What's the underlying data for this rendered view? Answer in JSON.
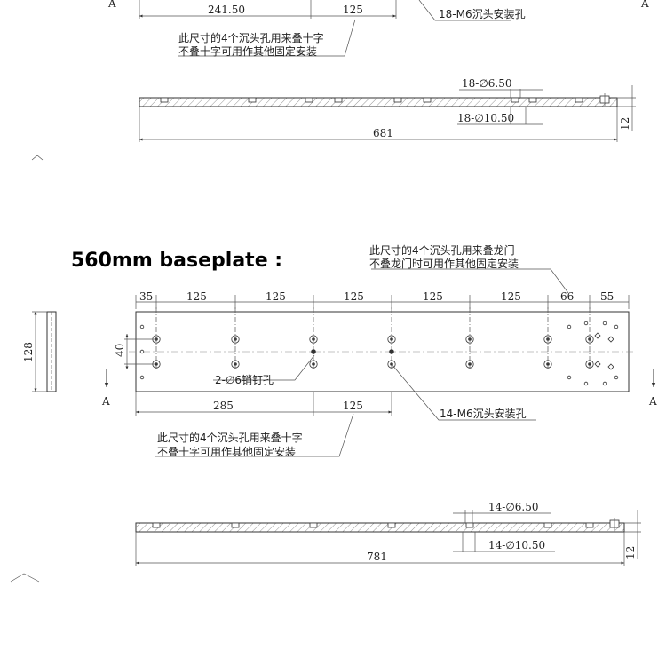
{
  "section_label": "A",
  "top_view": {
    "dim_left": "241.50",
    "dim_right": "125",
    "callout_m6": "18-M6沉头安装孔",
    "note_line1": "此尺寸的4个沉头孔用来叠十字",
    "note_line2": "不叠十字可用作其他固定安装"
  },
  "top_side": {
    "hole_small": "18-∅6.50",
    "hole_large": "18-∅10.50",
    "length": "681",
    "thickness": "12"
  },
  "main": {
    "title": "560mm baseplate :",
    "note_top_line1": "此尺寸的4个沉头孔用来叠龙门",
    "note_top_line2": "不叠龙门时可用作其他固定安装",
    "top_dims": [
      "35",
      "125",
      "125",
      "125",
      "125",
      "125",
      "66",
      "55"
    ],
    "width": "128",
    "row_spacing": "40",
    "pin_callout": "2-∅6销钉孔",
    "bottom_dim_left": "285",
    "bottom_dim_right": "125",
    "m6_callout": "14-M6沉头安装孔",
    "note_bottom_line1": "此尺寸的4个沉头孔用来叠十字",
    "note_bottom_line2": "不叠十字可用作其他固定安装"
  },
  "main_side": {
    "hole_small": "14-∅6.50",
    "hole_large": "14-∅10.50",
    "length": "781",
    "thickness": "12"
  }
}
